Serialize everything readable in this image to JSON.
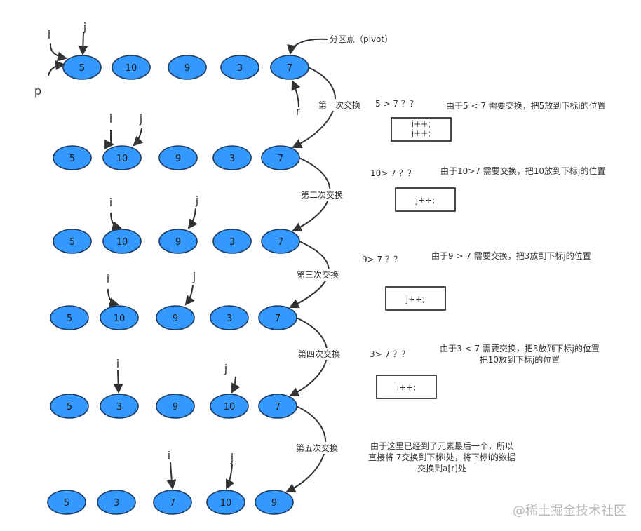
{
  "pivot_label": "分区点（pivot）",
  "watermark": "@稀土掘金技术社区",
  "colors": {
    "node_fill": "#3399ff",
    "node_stroke": "#1f3a5f",
    "line": "#333333",
    "text": "#333333"
  },
  "rows": [
    {
      "nodes": [
        "5",
        "10",
        "9",
        "3",
        "7"
      ],
      "pointers": [
        {
          "label": "i",
          "target": 0
        },
        {
          "label": "j",
          "target": 0
        },
        {
          "label": "p",
          "target": 0
        },
        {
          "label": "r",
          "target": 4
        }
      ],
      "swap_label": "第一次交换",
      "compare": "5 > 7 ？？",
      "note": [
        "由于5 < 7 需要交换，把5放到下标i的位置"
      ],
      "code": [
        "i++;",
        "j++;"
      ]
    },
    {
      "nodes": [
        "5",
        "10",
        "9",
        "3",
        "7"
      ],
      "pointers": [
        {
          "label": "i",
          "target": 1
        },
        {
          "label": "j",
          "target": 1
        }
      ],
      "swap_label": "第二次交换",
      "compare": "10> 7 ？？",
      "note": [
        "由于10>7 需要交换，把10放到下标j的位置"
      ],
      "code": [
        "j++;"
      ]
    },
    {
      "nodes": [
        "5",
        "10",
        "9",
        "3",
        "7"
      ],
      "pointers": [
        {
          "label": "i",
          "target": 1
        },
        {
          "label": "j",
          "target": 2
        }
      ],
      "swap_label": "第三次交换",
      "compare": "9> 7 ？？",
      "note": [
        "由于9 > 7 需要交换，把3放到下标j的位置"
      ],
      "code": [
        "j++;"
      ]
    },
    {
      "nodes": [
        "5",
        "10",
        "9",
        "3",
        "7"
      ],
      "pointers": [
        {
          "label": "i",
          "target": 1
        },
        {
          "label": "j",
          "target": 2
        }
      ],
      "swap_label": "第四次交换",
      "compare": "3> 7 ？？",
      "note": [
        "由于3 < 7 需要交换，把3放到下标j的位置",
        "把10放到下标j的位置"
      ],
      "code": [
        "i++;"
      ]
    },
    {
      "nodes": [
        "5",
        "3",
        "9",
        "10",
        "7"
      ],
      "pointers": [
        {
          "label": "i",
          "target": 1
        },
        {
          "label": "j",
          "target": 3
        }
      ],
      "swap_label": "第五次交换",
      "compare": "",
      "note": [
        "由于这里已经到了元素最后一个，所以",
        "直接将 7交换到下标i处，将下标i的数据",
        "交换到a[r]处"
      ],
      "code": []
    },
    {
      "nodes": [
        "5",
        "3",
        "7",
        "10",
        "9"
      ],
      "pointers": [
        {
          "label": "i",
          "target": 2
        },
        {
          "label": "j",
          "target": 3
        }
      ]
    }
  ]
}
